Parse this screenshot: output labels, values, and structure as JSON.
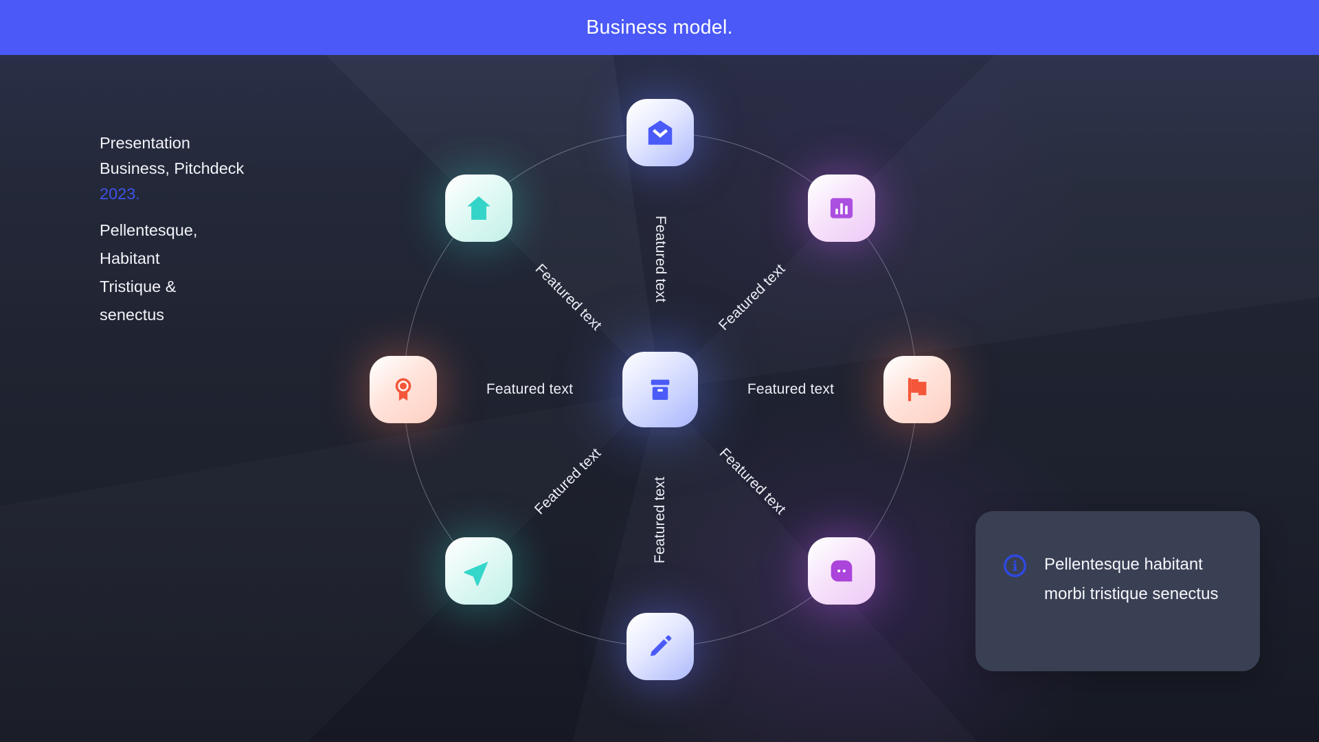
{
  "slide": {
    "title": "Business model."
  },
  "intro": {
    "heading_line1": "Presentation",
    "heading_line2": "Business, Pitchdeck",
    "year": "2023.",
    "body_line1": "Pellentesque,",
    "body_line2": "Habitant",
    "body_line3": "Tristique &",
    "body_line4": "senectus"
  },
  "colors": {
    "header_blue": "#4A59F7",
    "year_blue": "#3D53E8",
    "icon_blue": "#4A5BF7",
    "icon_purple": "#AB4FE0",
    "icon_orange": "#F4563A",
    "icon_teal": "#35D4C8",
    "card_bg": "#3A4054",
    "info_blue": "#2F49E1"
  },
  "diagram": {
    "center": {
      "icon": "archive-icon"
    },
    "labels": [
      {
        "pos": "top",
        "text": "Featured text"
      },
      {
        "pos": "top-right",
        "text": "Featured text"
      },
      {
        "pos": "right",
        "text": "Featured text"
      },
      {
        "pos": "bottom-right",
        "text": "Featured text"
      },
      {
        "pos": "bottom",
        "text": "Featured text"
      },
      {
        "pos": "bottom-left",
        "text": "Featured text"
      },
      {
        "pos": "left",
        "text": "Featured text"
      },
      {
        "pos": "top-left",
        "text": "Featured text"
      }
    ],
    "nodes": [
      {
        "pos": "top",
        "icon": "mail-icon",
        "theme": "blue"
      },
      {
        "pos": "top-right",
        "icon": "bar-chart-icon",
        "theme": "purple"
      },
      {
        "pos": "right",
        "icon": "flag-icon",
        "theme": "orange"
      },
      {
        "pos": "bottom-right",
        "icon": "chat-icon",
        "theme": "purple"
      },
      {
        "pos": "bottom",
        "icon": "pencil-icon",
        "theme": "blue"
      },
      {
        "pos": "bottom-left",
        "icon": "send-icon",
        "theme": "teal"
      },
      {
        "pos": "left",
        "icon": "award-icon",
        "theme": "orange"
      },
      {
        "pos": "top-left",
        "icon": "home-icon",
        "theme": "teal"
      }
    ]
  },
  "note_card": {
    "icon": "info-icon",
    "line1": "Pellentesque habitant",
    "line2": "morbi tristique senectus"
  }
}
